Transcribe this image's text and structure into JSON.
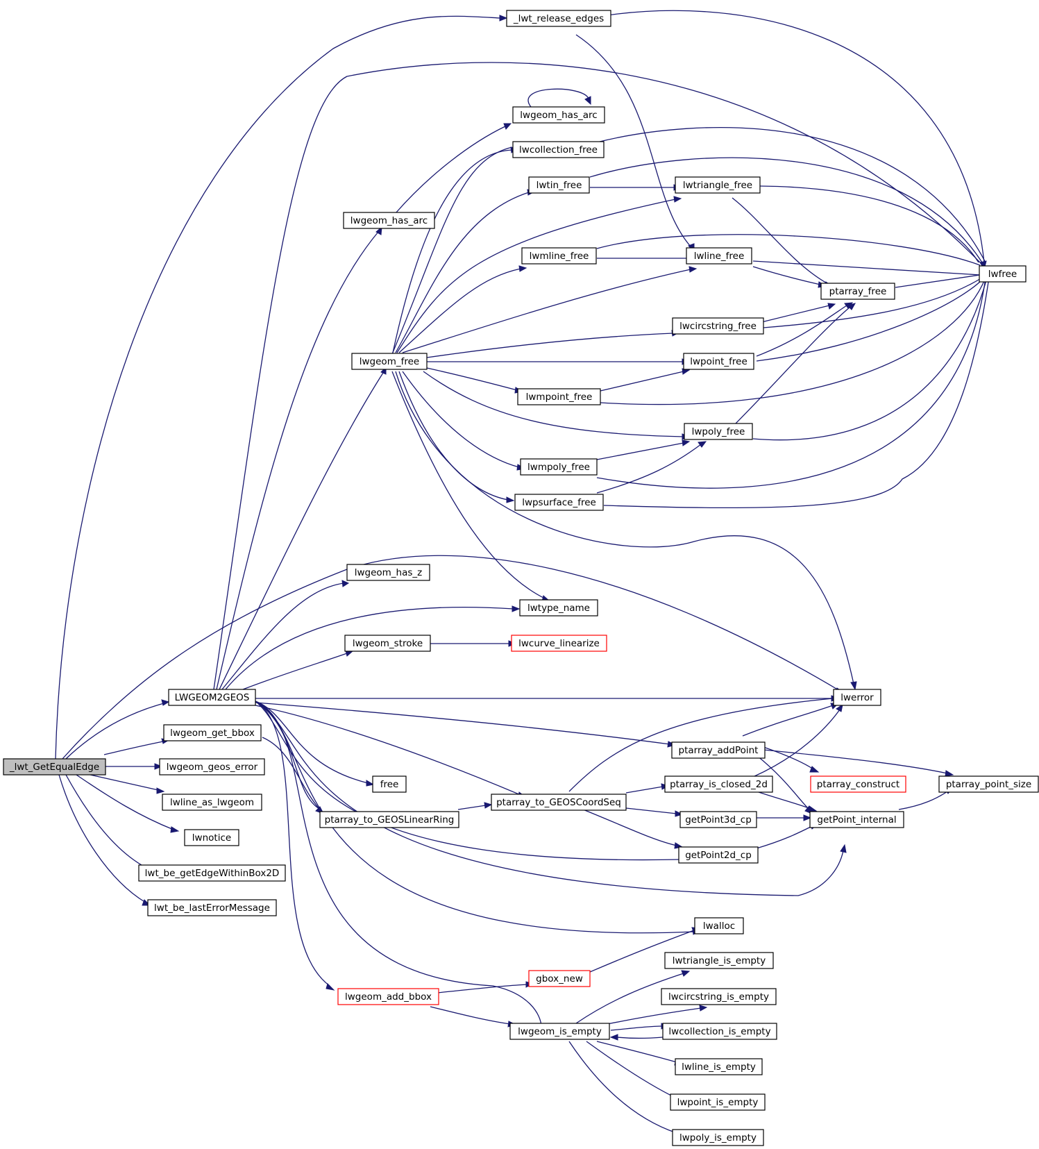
{
  "colors": {
    "edge": "#191970",
    "node_border": "#000000",
    "node_border_truncated": "#ff0000",
    "root_fill": "#bfbfbf",
    "node_fill": "#ffffff"
  },
  "nodes": {
    "lwt_GetEqualEdge": "_lwt_GetEqualEdge",
    "lwt_release_edges": "_lwt_release_edges",
    "lwgeom_has_arc_a": "lwgeom_has_arc",
    "lwcollection_free": "lwcollection_free",
    "lwtin_free": "lwtin_free",
    "lwtriangle_free": "lwtriangle_free",
    "lwgeom_has_arc_b": "lwgeom_has_arc",
    "lwmline_free": "lwmline_free",
    "lwline_free": "lwline_free",
    "lwfree": "lwfree",
    "ptarray_free": "ptarray_free",
    "lwcircstring_free": "lwcircstring_free",
    "lwgeom_free": "lwgeom_free",
    "lwpoint_free": "lwpoint_free",
    "lwmpoint_free": "lwmpoint_free",
    "lwpoly_free": "lwpoly_free",
    "lwmpoly_free": "lwmpoly_free",
    "lwpsurface_free": "lwpsurface_free",
    "lwgeom_has_z": "lwgeom_has_z",
    "lwtype_name": "lwtype_name",
    "lwgeom_stroke": "lwgeom_stroke",
    "lwcurve_linearize": "lwcurve_linearize",
    "LWGEOM2GEOS": "LWGEOM2GEOS",
    "lwerror": "lwerror",
    "lwgeom_get_bbox": "lwgeom_get_bbox",
    "ptarray_addPoint": "ptarray_addPoint",
    "lwgeom_geos_error": "lwgeom_geos_error",
    "free": "free",
    "ptarray_is_closed_2d": "ptarray_is_closed_2d",
    "ptarray_construct": "ptarray_construct",
    "ptarray_point_size": "ptarray_point_size",
    "lwline_as_lwgeom": "lwline_as_lwgeom",
    "ptarray_to_GEOSCoordSeq": "ptarray_to_GEOSCoordSeq",
    "ptarray_to_GEOSLinearRing": "ptarray_to_GEOSLinearRing",
    "getPoint3d_cp": "getPoint3d_cp",
    "getPoint_internal": "getPoint_internal",
    "lwnotice": "lwnotice",
    "getPoint2d_cp": "getPoint2d_cp",
    "lwt_be_getEdgeWithinBox2D": "lwt_be_getEdgeWithinBox2D",
    "lwt_be_lastErrorMessage": "lwt_be_lastErrorMessage",
    "lwalloc": "lwalloc",
    "lwtriangle_is_empty": "lwtriangle_is_empty",
    "gbox_new": "gbox_new",
    "lwcircstring_is_empty": "lwcircstring_is_empty",
    "lwgeom_add_bbox": "lwgeom_add_bbox",
    "lwgeom_is_empty": "lwgeom_is_empty",
    "lwcollection_is_empty": "lwcollection_is_empty",
    "lwline_is_empty": "lwline_is_empty",
    "lwpoint_is_empty": "lwpoint_is_empty",
    "lwpoly_is_empty": "lwpoly_is_empty"
  }
}
